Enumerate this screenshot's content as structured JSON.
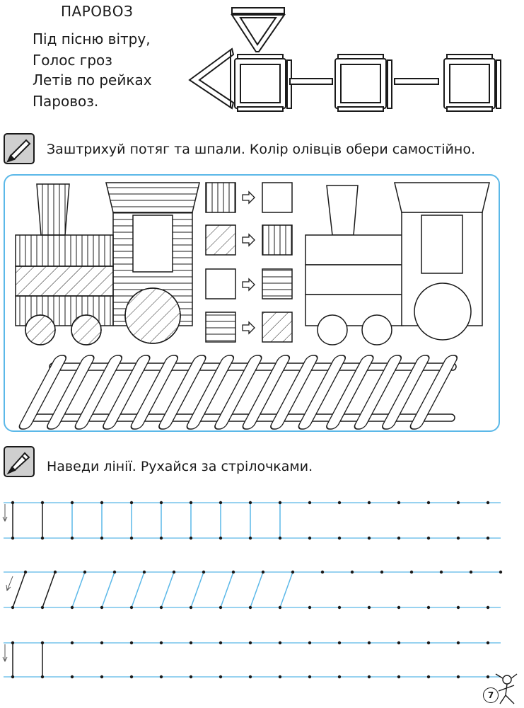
{
  "poem": {
    "title": "ПАРОВОЗ",
    "lines": [
      "Під пісню вітру,",
      "Голос гроз",
      "Летів по рейках",
      "Паровоз."
    ]
  },
  "tasks": [
    {
      "icon": "pencil-icon",
      "text": "Заштрихуй потяг та шпали. Колір олівців обери самостійно."
    },
    {
      "icon": "pen-icon",
      "text": "Наведи лінії. Рухайся за стрілочками."
    }
  ],
  "page_number": "7",
  "colors": {
    "panel_border": "#5bb8e8",
    "guide_line": "#5bb8e8",
    "ink": "#1a1a1a"
  }
}
